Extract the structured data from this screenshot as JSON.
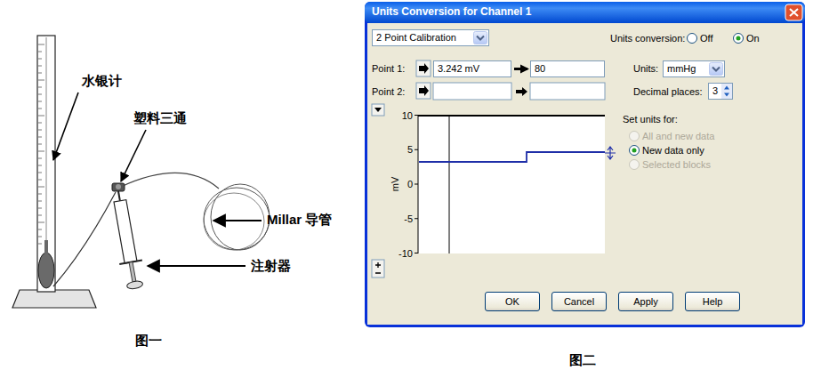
{
  "diagram": {
    "nodes": [
      {
        "text": [
          "Units Conversion for Channel 1"
        ]
      },
      {
        "text": [
          "2 Point Calibration"
        ],
        "in": 0
      },
      {
        "text": [
          "3.242 mV"
        ],
        "in": 0
      },
      {
        "text": [
          "80"
        ],
        "in": 0
      },
      {
        "text": [
          "mmHg"
        ],
        "in": 0
      },
      {
        "text": [
          "3"
        ],
        "in": 0
      },
      {
        "text": [
          "OK"
        ],
        "in": 0
      },
      {
        "text": [
          "Cancel"
        ],
        "in": 0
      },
      {
        "text": [
          "Apply"
        ],
        "in": 0
      },
      {
        "text": [
          "Help"
        ],
        "in": 0
      }
    ],
    "edges": [
      {
        "from": 2,
        "to": 3,
        "arrow": "to"
      }
    ],
    "labels": [
      "水银计",
      "塑料三通",
      "Millar 导管",
      "注射器",
      "图一",
      "Units conversion:",
      "Off",
      "On",
      "Point 1:",
      "Point 2:",
      "Units:",
      "Decimal places:",
      "10",
      "5",
      "0",
      "-5",
      "-10",
      "mV",
      "Set units for:",
      "All and new data",
      "New data only",
      "Selected blocks",
      "图二"
    ]
  }
}
